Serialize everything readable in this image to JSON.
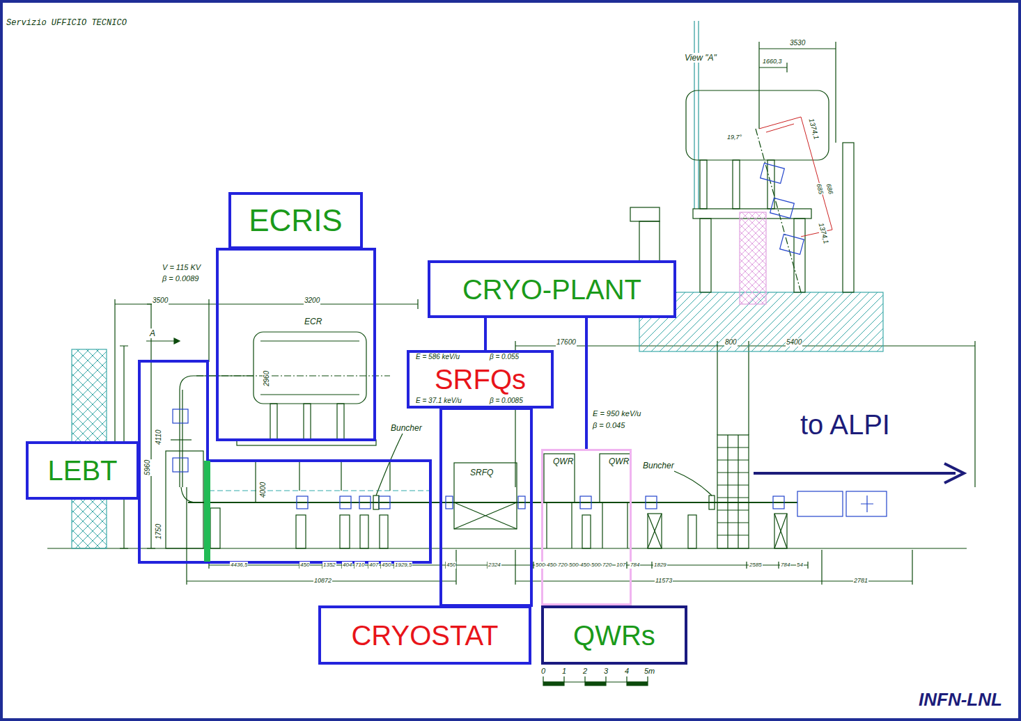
{
  "diagram": {
    "nodes": [
      {
        "text": [
          "ECRIS"
        ]
      },
      {
        "text": [
          "CRYO-PLANT"
        ]
      },
      {
        "text": [
          "SRFQs"
        ]
      },
      {
        "text": [
          "LEBT"
        ]
      },
      {
        "text": [
          "QWR",
          "QWR"
        ]
      },
      {
        "text": [
          "CRYOSTAT"
        ]
      },
      {
        "text": [
          "QWRs"
        ]
      }
    ],
    "edges": [
      {
        "from": 1,
        "to": 2,
        "arrow": "none"
      },
      {
        "from": 1,
        "to": 4,
        "arrow": "none"
      }
    ],
    "labels": [
      "Servizio UFFICIO TECNICO",
      "View \"A\"",
      "3530",
      "1660,3",
      "19,7°",
      "1374,1",
      "685",
      "686",
      "1374,1",
      "V = 115 KV",
      "β = 0.0089",
      "3500",
      "3200",
      "A",
      "ECR",
      "17600",
      "800",
      "5400",
      "E = 586 keV/u",
      "β = 0.055",
      "E = 37.1 keV/u",
      "β = 0.0085",
      "2960",
      "E = 950 keV/u",
      "β = 0.045",
      "Buncher",
      "4110",
      "5960",
      "4000",
      "SRFQ",
      "Buncher",
      "to ALPI",
      "1750",
      "4436,5",
      "450",
      "1352",
      "404",
      "710",
      "407",
      "450",
      "1929,5",
      "450",
      "2324",
      "500",
      "450",
      "720",
      "500",
      "450",
      "500",
      "720",
      "107",
      "784",
      "1829",
      "2585",
      "784",
      "54",
      "10872",
      "11573",
      "2781",
      "0",
      "1",
      "2",
      "3",
      "4",
      "5m",
      "INFN-LNL"
    ]
  }
}
